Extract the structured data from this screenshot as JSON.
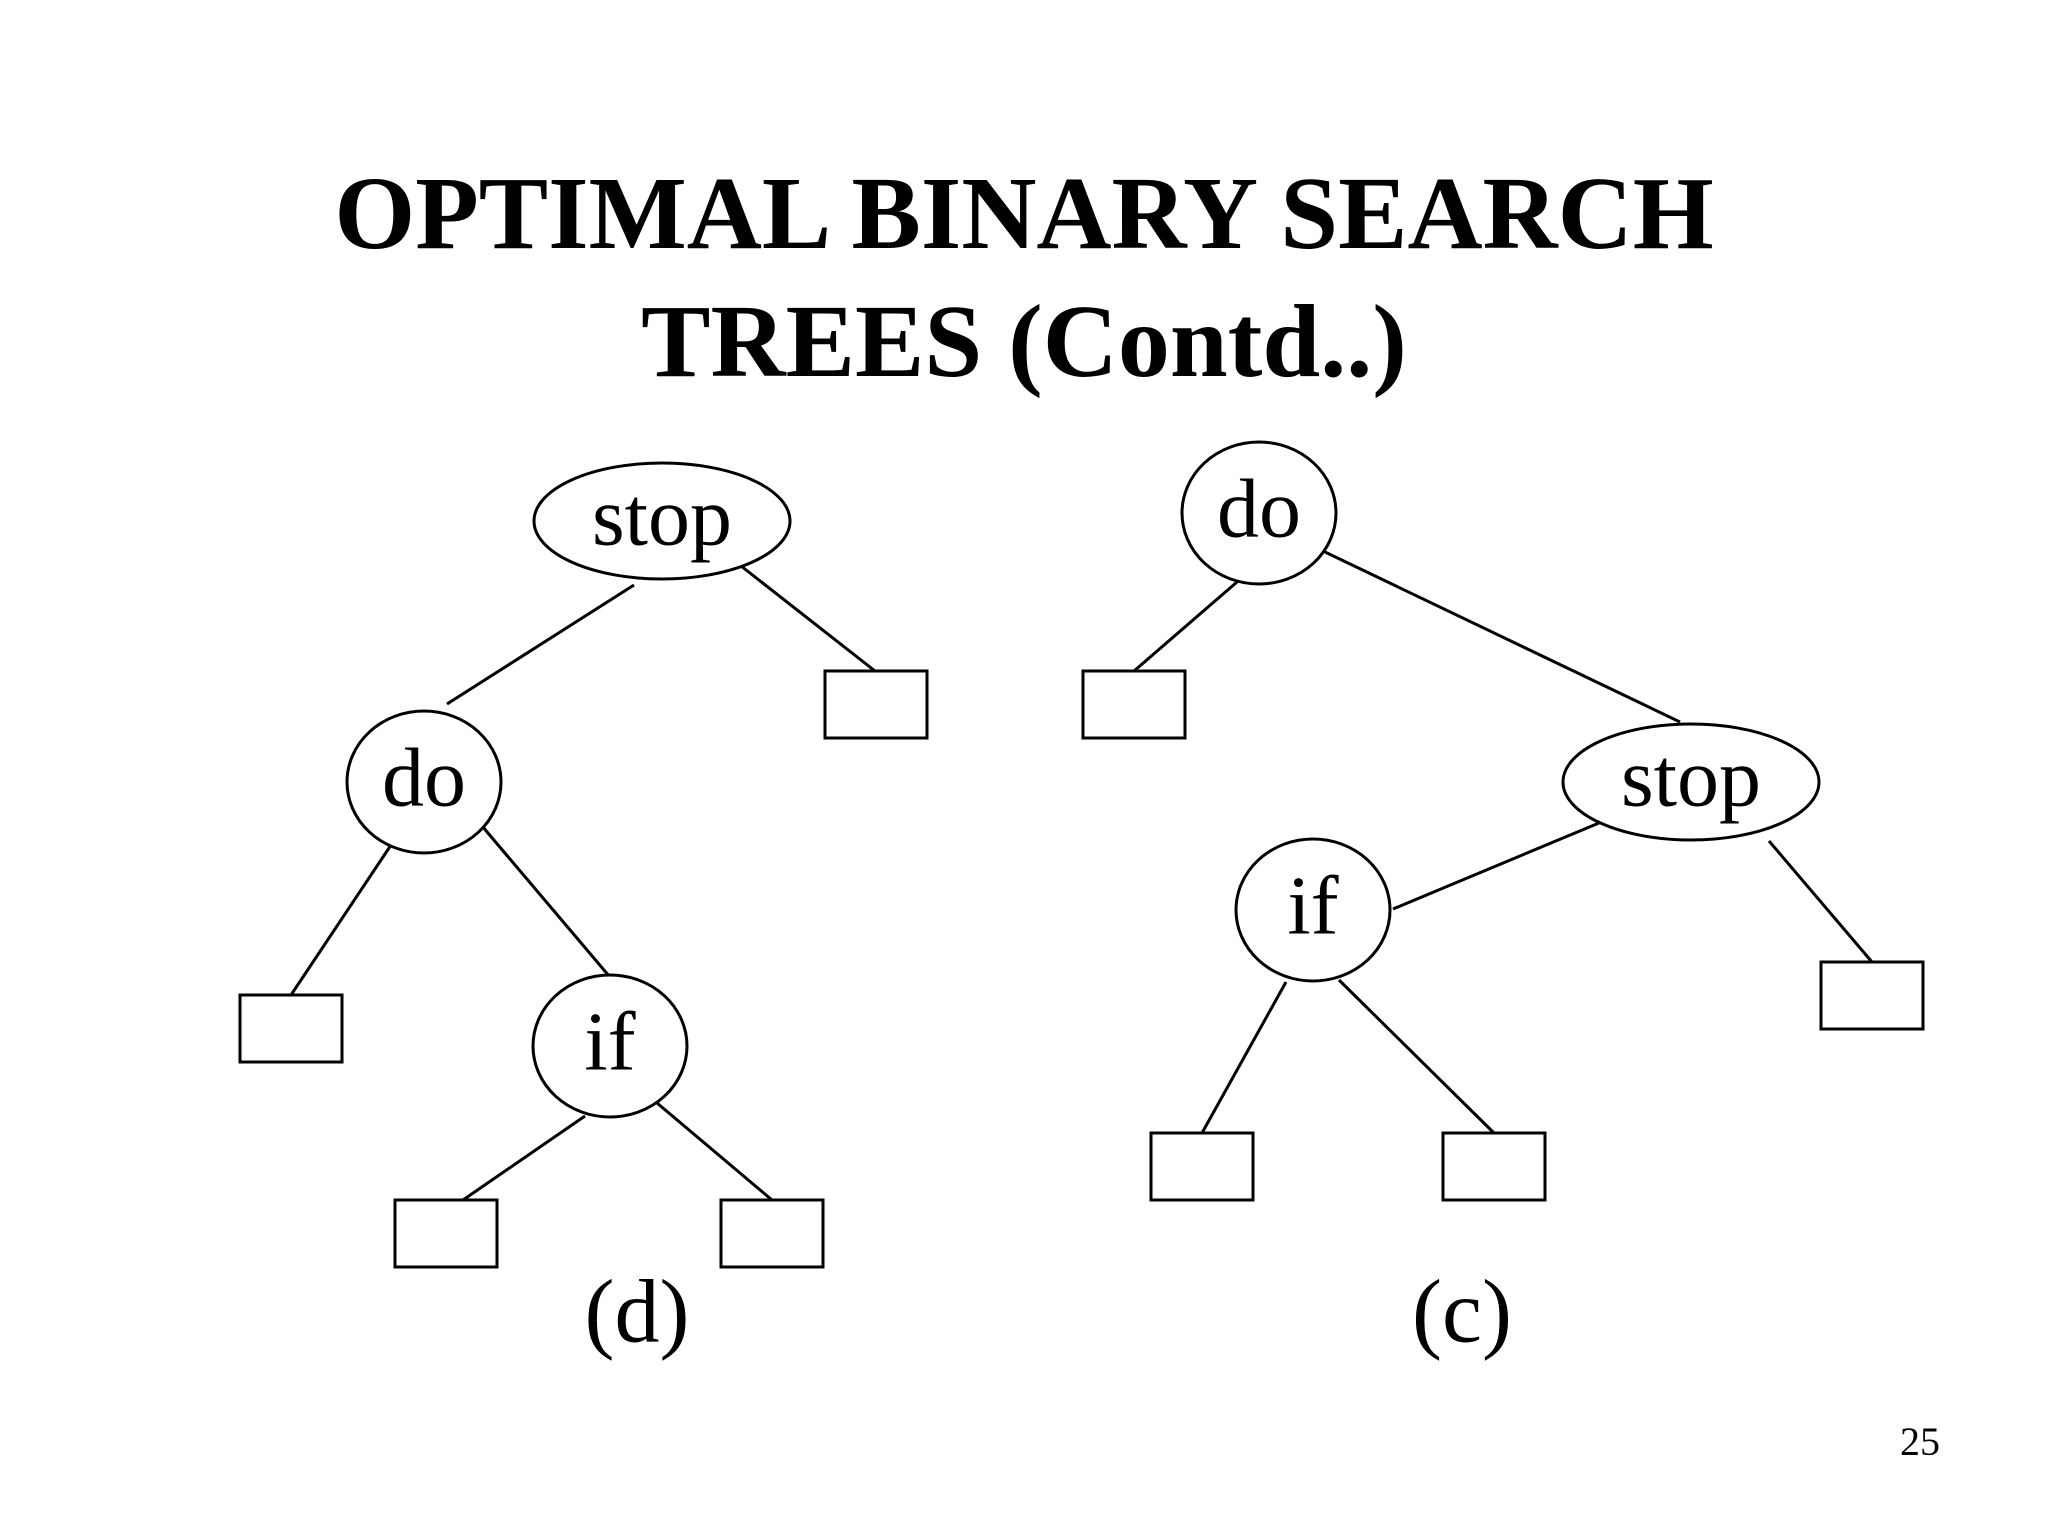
{
  "slide": {
    "title_line1": "OPTIMAL BINARY SEARCH",
    "title_line2": "TREES (Contd..)",
    "page_number": "25"
  },
  "trees": [
    {
      "caption": "(d)",
      "nodes": [
        {
          "id": "d-stop",
          "label": "stop",
          "shape": "ellipse"
        },
        {
          "id": "d-do",
          "label": "do",
          "shape": "circle"
        },
        {
          "id": "d-if",
          "label": "if",
          "shape": "circle"
        }
      ],
      "leaves": [
        "d-leaf-1",
        "d-leaf-2",
        "d-leaf-3",
        "d-leaf-4"
      ],
      "edges": [
        [
          "d-stop",
          "d-do"
        ],
        [
          "d-stop",
          "d-leaf-1"
        ],
        [
          "d-do",
          "d-leaf-2"
        ],
        [
          "d-do",
          "d-if"
        ],
        [
          "d-if",
          "d-leaf-3"
        ],
        [
          "d-if",
          "d-leaf-4"
        ]
      ]
    },
    {
      "caption": "(c)",
      "nodes": [
        {
          "id": "c-do",
          "label": "do",
          "shape": "circle"
        },
        {
          "id": "c-stop",
          "label": "stop",
          "shape": "ellipse"
        },
        {
          "id": "c-if",
          "label": "if",
          "shape": "circle"
        }
      ],
      "leaves": [
        "c-leaf-1",
        "c-leaf-2",
        "c-leaf-3",
        "c-leaf-4"
      ],
      "edges": [
        [
          "c-do",
          "c-leaf-1"
        ],
        [
          "c-do",
          "c-stop"
        ],
        [
          "c-stop",
          "c-if"
        ],
        [
          "c-stop",
          "c-leaf-2"
        ],
        [
          "c-if",
          "c-leaf-3"
        ],
        [
          "c-if",
          "c-leaf-4"
        ]
      ]
    }
  ]
}
